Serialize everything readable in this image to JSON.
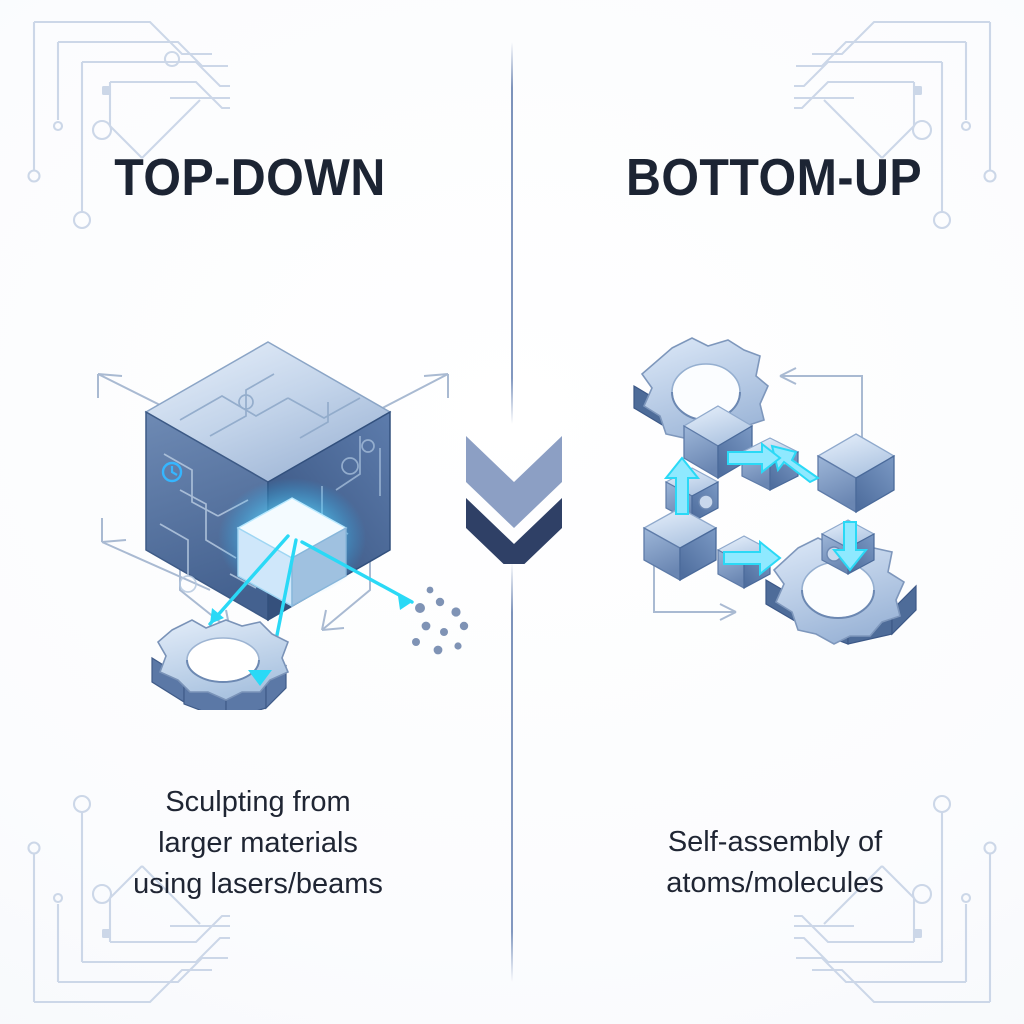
{
  "background": {
    "base_color": "#fbfcfe",
    "circuit_trace_color": "#ccd7e8"
  },
  "divider": {
    "color": "#7d93bb",
    "orientation": "vertical"
  },
  "center_arrows": {
    "icon": "double-chevron-down-icon",
    "direction": "down",
    "top_chevron_color": "#8c9fc4",
    "bottom_chevron_color": "#2f4066"
  },
  "panels": {
    "left": {
      "title": "TOP-DOWN",
      "title_color": "#1c2433",
      "caption_lines": [
        "Sculpting from",
        "larger materials",
        "using lasers/beams"
      ],
      "illustration": {
        "name": "cube-laser-etching-illustration",
        "elements": [
          "isometric-circuit-cube",
          "glowing-carved-cube",
          "cyan-laser-beam",
          "gear-output",
          "debris-particles",
          "outward-arrows"
        ],
        "cube_face_top_color": "#cfdcee",
        "cube_face_left_color": "#4a6punk",
        "beam_color": "#25dcf5",
        "glow_color": "#39c6ff",
        "outline_arrow_color": "#a9bad2"
      }
    },
    "right": {
      "title": "BOTTOM-UP",
      "title_color": "#1c2433",
      "caption_lines": [
        "Self-assembly of",
        "atoms/molecules"
      ],
      "illustration": {
        "name": "self-assembly-cycle-illustration",
        "elements": [
          "gear-upper-left",
          "gear-lower-right",
          "assembly-cubes",
          "cyan-assembly-arrows",
          "cycle-outline-arrows"
        ],
        "gear_top_color": "#b9cbe4",
        "gear_side_color": "#56709c",
        "cube_glow_color": "#1f8cff",
        "arrow_color": "#46dcff",
        "outline_arrow_color": "#a9bad2"
      }
    }
  }
}
